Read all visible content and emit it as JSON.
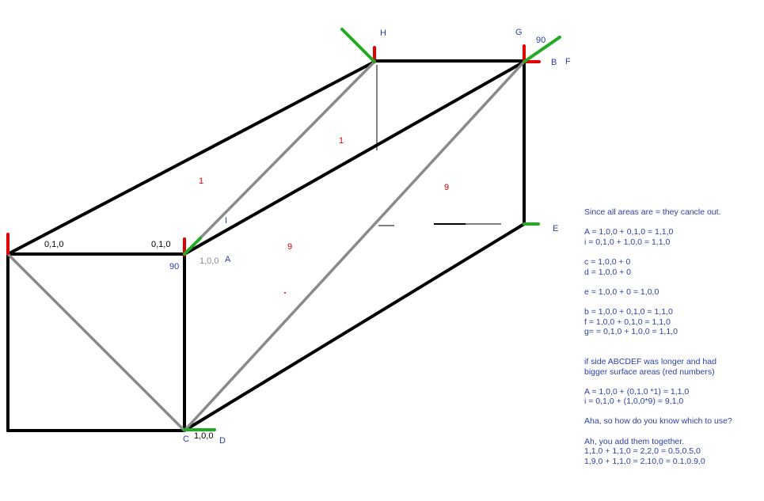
{
  "labels": {
    "H": "H",
    "G": "G",
    "B": "B",
    "F": "F",
    "E": "E",
    "A": "A",
    "C": "C",
    "D": "D",
    "I": "I",
    "angle_top": "90",
    "angle_left": "90",
    "vec_left_edge": "0,1,0",
    "vec_a_edge": "0,1,0",
    "vec_a": "1,0,0",
    "vec_c": "1,0,0",
    "area_left_top": "1",
    "area_top_mid": "1",
    "area_front_mid": "9",
    "area_right": "9"
  },
  "notes": [
    "Since all areas are = they cancle out.",
    "",
    "A = 1,0,0 + 0,1,0 = 1,1,0",
    "i = 0,1,0 + 1,0,0 = 1,1,0",
    "",
    "c = 1,0,0 + 0",
    "d = 1,0,0 + 0",
    "",
    "e = 1,0,0 + 0 = 1,0,0",
    "",
    "b = 1,0,0 + 0,1,0 = 1,1,0",
    "f = 1,0,0 + 0,1,0 = 1,1,0",
    "g= = 0,1,0 + 1,0,0 = 1,1,0",
    "",
    "",
    "if side ABCDEF was longer and had",
    "bigger surface areas (red numbers)",
    "",
    "A = 1,0,0 + (0,1,0 *1) = 1,1,0",
    "i = 0,1,0 + (1,0,0*9) = 9,1,0",
    "",
    "Aha, so how do you know which to use?",
    "",
    "Ah, you add them together.",
    "1,1,0 + 1,1,0 = 2,2,0 = 0.5,0.5,0",
    "1,9,0 + 1,1,0 = 2,10,0 = 0.1,0.9,0"
  ],
  "colors": {
    "edge": "#000000",
    "diagonal": "#8a8a8a",
    "normal_red": "#e00000",
    "normal_green": "#22aa22",
    "label_blue": "#2b3fa8"
  }
}
